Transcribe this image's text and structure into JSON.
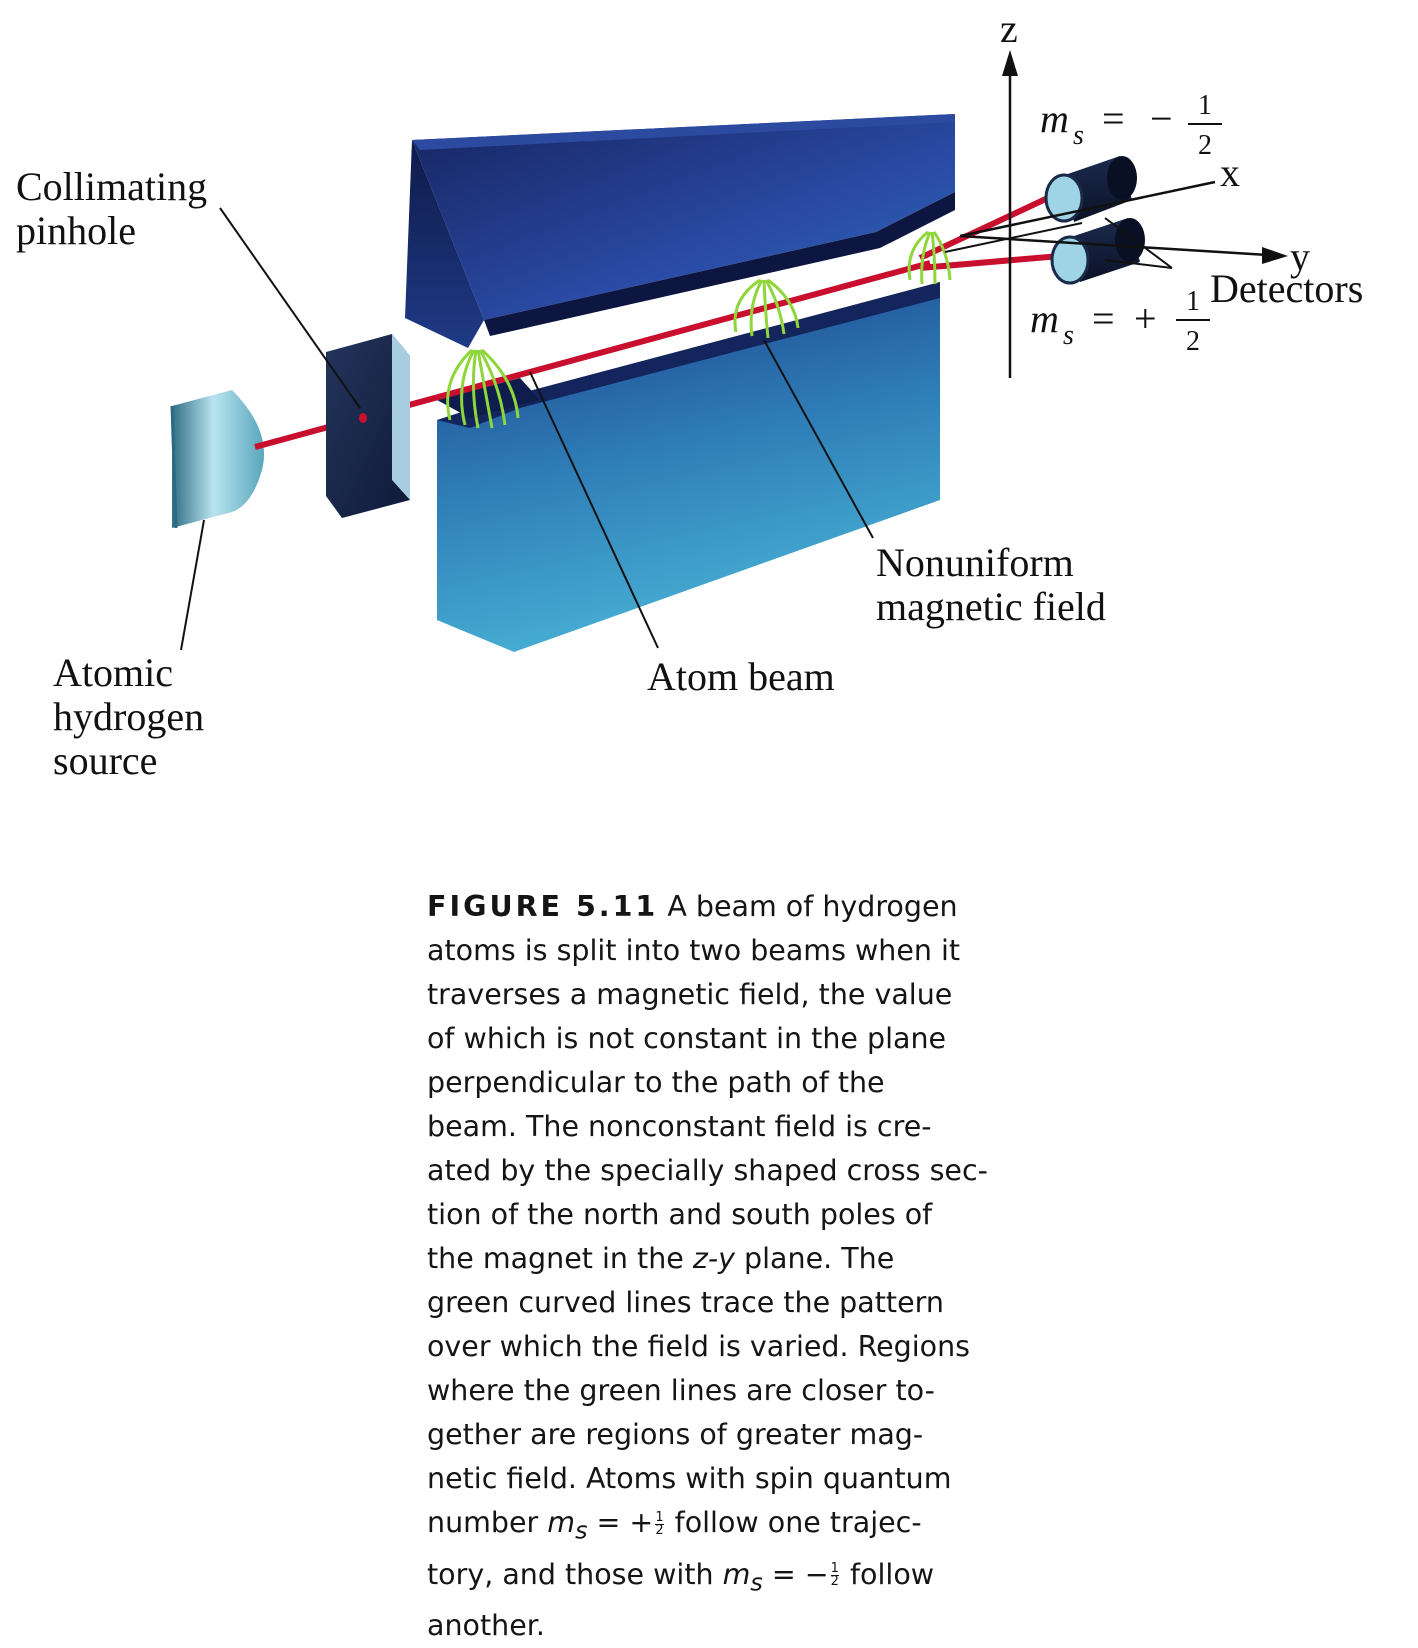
{
  "labels": {
    "collimating_line1": "Collimating",
    "collimating_line2": "pinhole",
    "source_line1": "Atomic",
    "source_line2": "hydrogen",
    "source_line3": "source",
    "atom_beam": "Atom beam",
    "field_line1": "Nonuniform",
    "field_line2": "magnetic field",
    "detectors": "Detectors"
  },
  "axes": {
    "z": "z",
    "x": "x",
    "y": "y"
  },
  "spin": {
    "symbol": "m",
    "subscript": "s",
    "equals": "=",
    "minus_sign": "−",
    "plus_sign": "+",
    "numerator": "1",
    "denominator": "2"
  },
  "colors": {
    "magnet_dark": "#1a2f7a",
    "magnet_light": "#3aa0c8",
    "beam": "#c8102e",
    "field_lines": "#8ed63a",
    "detector_face": "#9fd3e6"
  },
  "caption": {
    "figure_label": "FIGURE 5.11",
    "l1": " A beam of hydrogen",
    "l2": "atoms is split into two beams when it",
    "l3": "traverses a magnetic field, the value",
    "l4": "of which is not constant in the plane",
    "l5": "perpendicular to the path of the",
    "l6": "beam. The nonconstant field is cre-",
    "l7": "ated by the specially shaped cross sec-",
    "l8": "tion of the north and south poles of",
    "l9a": "the magnet in the ",
    "l9_var": "z-y",
    "l9b": " plane. The",
    "l10": "green curved lines trace the pattern",
    "l11": "over which the field is varied. Regions",
    "l12": "where the green lines are closer to-",
    "l13": "gether are regions of greater mag-",
    "l14": "netic field. Atoms with spin quantum",
    "l15a": "number ",
    "l15_var": "m",
    "l15_sub": "s",
    "l15b": " = +",
    "l15_num": "1",
    "l15_den": "2",
    "l15c": " follow one trajec-",
    "l16a": "tory, and those with ",
    "l16_var": "m",
    "l16_sub": "s",
    "l16b": " = −",
    "l16_num": "1",
    "l16_den": "2",
    "l16c": " follow",
    "l17": "another."
  }
}
